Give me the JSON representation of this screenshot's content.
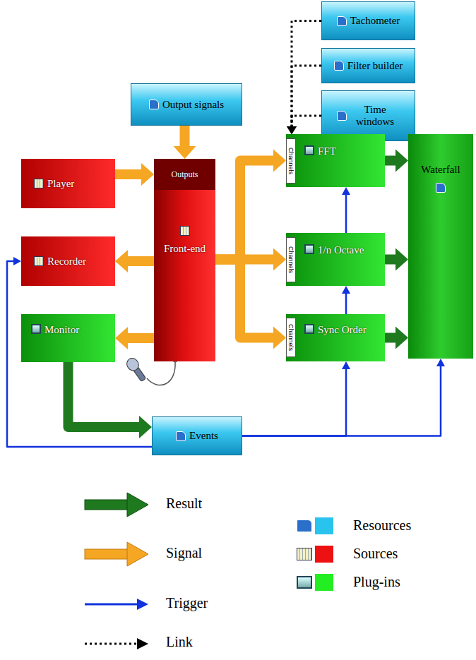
{
  "diagram": {
    "nodes": [
      {
        "text": [
          "Tachometer"
        ]
      },
      {
        "text": [
          "Filter builder"
        ]
      },
      {
        "text": [
          "Time windows"
        ]
      },
      {
        "text": [
          "Output signals"
        ]
      },
      {
        "text": [
          "Player"
        ]
      },
      {
        "text": [
          "Front-end"
        ]
      },
      {
        "text": [
          "Outputs"
        ],
        "in": 5
      },
      {
        "text": [
          "Recorder"
        ]
      },
      {
        "text": [
          "Monitor"
        ]
      },
      {
        "text": [
          "FFT"
        ]
      },
      {
        "text": [
          "1/n Octave"
        ]
      },
      {
        "text": [
          "Sync Order"
        ]
      },
      {
        "text": [
          "Waterfall"
        ]
      },
      {
        "text": [
          "Events"
        ]
      }
    ],
    "edges": [
      {
        "from": 3,
        "to": 6,
        "arrow": "to"
      },
      {
        "from": 4,
        "to": 6,
        "arrow": "to"
      },
      {
        "from": 5,
        "to": 7,
        "arrow": "to"
      },
      {
        "from": 5,
        "to": 8,
        "arrow": "to"
      },
      {
        "from": 5,
        "to": 9,
        "arrow": "to"
      },
      {
        "from": 5,
        "to": 10,
        "arrow": "to"
      },
      {
        "from": 5,
        "to": 11,
        "arrow": "to"
      },
      {
        "from": 0,
        "to": 9,
        "arrow": "to"
      },
      {
        "from": 1,
        "to": 9,
        "arrow": "to"
      },
      {
        "from": 2,
        "to": 9,
        "arrow": "to"
      },
      {
        "from": 9,
        "to": 12,
        "arrow": "to"
      },
      {
        "from": 10,
        "to": 12,
        "arrow": "to"
      },
      {
        "from": 11,
        "to": 12,
        "arrow": "to"
      },
      {
        "from": 10,
        "to": 9,
        "arrow": "to"
      },
      {
        "from": 11,
        "to": 10,
        "arrow": "to"
      },
      {
        "from": 8,
        "to": 13,
        "arrow": "to"
      },
      {
        "from": 13,
        "to": 7,
        "arrow": "to"
      },
      {
        "from": 13,
        "to": 11,
        "arrow": "to"
      },
      {
        "from": 13,
        "to": 12,
        "arrow": "to"
      }
    ],
    "labels": [
      "Channels",
      "Channels",
      "Channels"
    ],
    "legend": [
      {
        "text": "Result"
      },
      {
        "text": "Signal"
      },
      {
        "text": "Trigger"
      },
      {
        "text": "Link"
      },
      {
        "text": "Resources",
        "color": "#29c4ee"
      },
      {
        "text": "Sources",
        "color": "#ee1111"
      },
      {
        "text": "Plug-ins",
        "color": "#22ee22"
      }
    ]
  }
}
